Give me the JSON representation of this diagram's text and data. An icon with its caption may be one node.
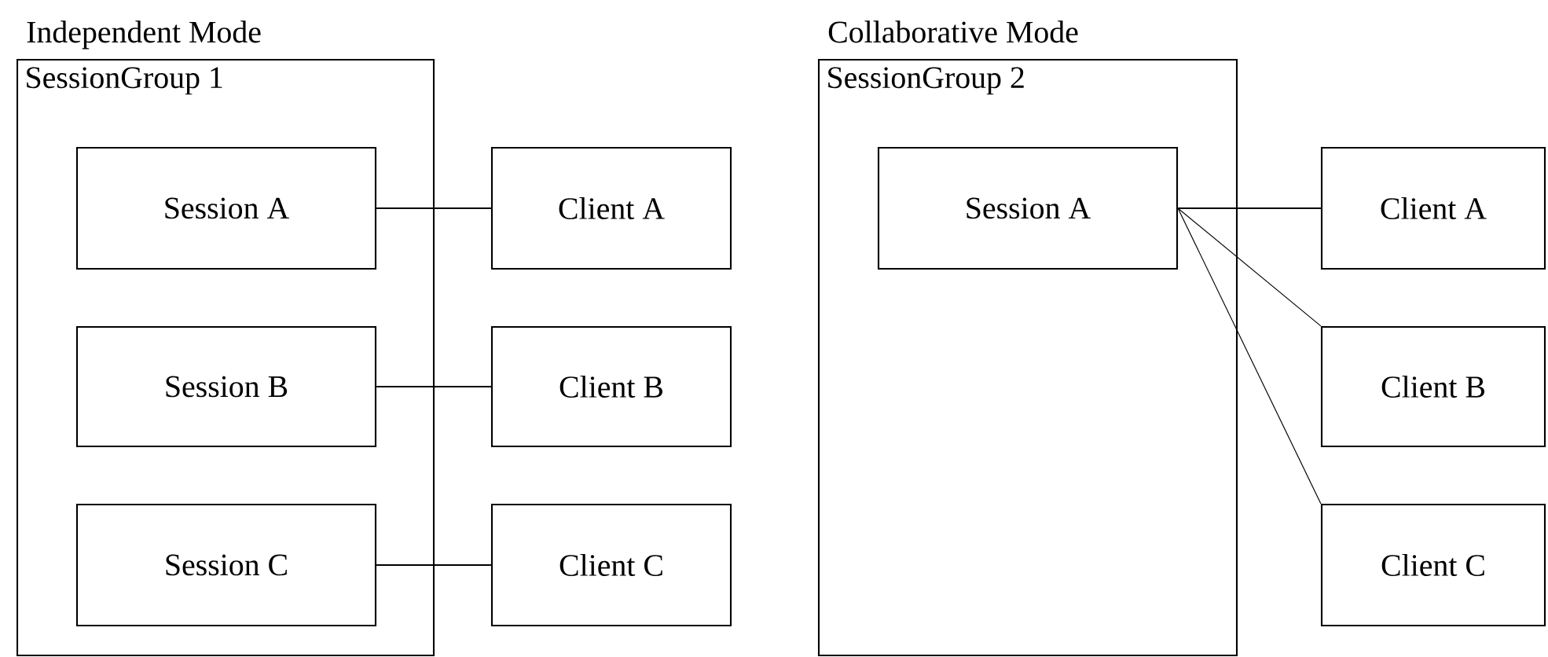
{
  "diagram": {
    "nodes": [
      {
        "text": [
          "Independent Mode",
          "SessionGroup 1"
        ]
      },
      {
        "text": [
          "Session A"
        ],
        "in": 0
      },
      {
        "text": [
          "Session B"
        ],
        "in": 0
      },
      {
        "text": [
          "Session C"
        ],
        "in": 0
      },
      {
        "text": [
          "Client A"
        ]
      },
      {
        "text": [
          "Client B"
        ]
      },
      {
        "text": [
          "Client C"
        ]
      },
      {
        "text": [
          "Collaborative Mode",
          "SessionGroup 2"
        ]
      },
      {
        "text": [
          "Session A"
        ],
        "in": 7
      },
      {
        "text": [
          "Client A"
        ]
      },
      {
        "text": [
          "Client B"
        ]
      },
      {
        "text": [
          "Client C"
        ]
      }
    ],
    "edges": [
      {
        "from": 1,
        "to": 4,
        "arrow": "none"
      },
      {
        "from": 2,
        "to": 5,
        "arrow": "none"
      },
      {
        "from": 3,
        "to": 6,
        "arrow": "none"
      },
      {
        "from": 8,
        "to": 9,
        "arrow": "none"
      },
      {
        "from": 8,
        "to": 10,
        "arrow": "none"
      },
      {
        "from": 8,
        "to": 11,
        "arrow": "none"
      }
    ]
  }
}
